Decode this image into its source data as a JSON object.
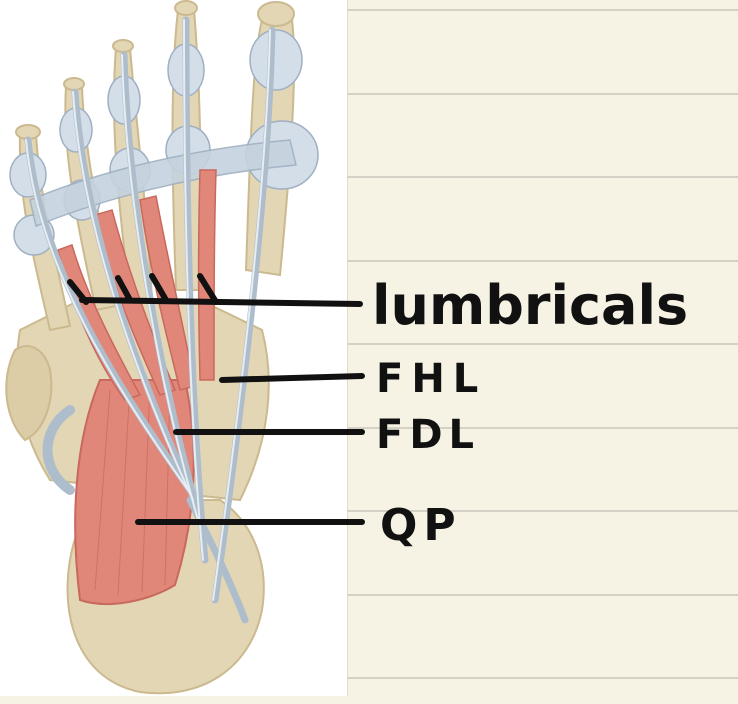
{
  "colors": {
    "paper": "#f7f3e4",
    "ruled_line": "#d6d1c6",
    "bone": "#e3d6b4",
    "bone_shade": "#cbb98f",
    "tendon": "#aebdcc",
    "tendon_light": "#d4dee8",
    "muscle": "#e0877a",
    "muscle_dark": "#c9685c",
    "ink": "#111111"
  },
  "icons": {
    "foot": "foot-anatomy-illustration"
  },
  "labels": {
    "lumbricals": "lumbricals",
    "fhl": "FHL",
    "fdl": "FDL",
    "qp": "QP"
  }
}
